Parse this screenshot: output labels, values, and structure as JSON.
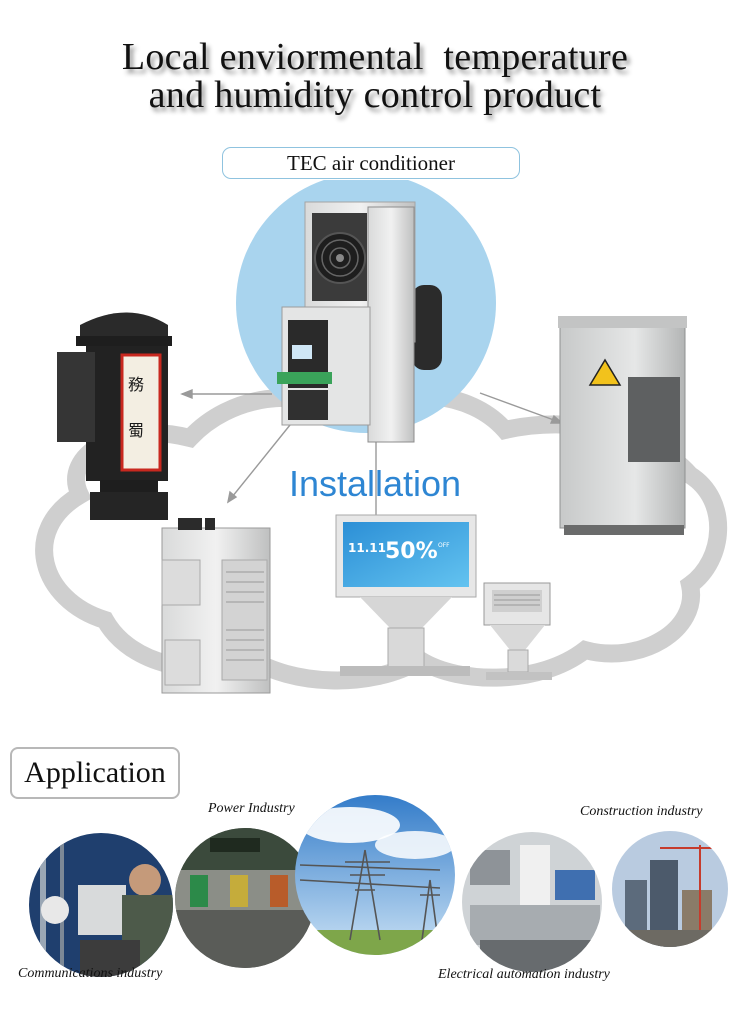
{
  "title": {
    "line1": "Local enviormental  temperature",
    "line2": "and humidity control product"
  },
  "product_label": "TEC air conditioner",
  "installation_label": "Installation",
  "application": {
    "heading": "Application",
    "industries": [
      {
        "label": "Communications industry",
        "icon": "communications-photo"
      },
      {
        "label": "Power Industry",
        "icon": "power-photo"
      },
      {
        "label": "Construction industry",
        "icon": "construction-photo"
      },
      {
        "label": "Electrical automation industry",
        "icon": "automation-photo"
      }
    ]
  },
  "screen_ad": {
    "date": "11.11",
    "discount": "50%",
    "off": "OFF"
  },
  "colors": {
    "accent_blue": "#2e86d3",
    "pill_border": "#8fc3df",
    "cloud_gray": "#c9c9c9"
  }
}
